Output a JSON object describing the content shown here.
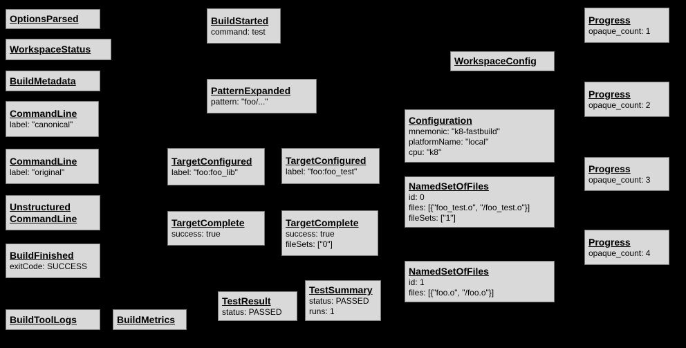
{
  "diagram": {
    "description": "Build event protocol graph",
    "background_color": "#000000",
    "node_fill_color": "#d9d9d9",
    "node_border_color": "#787878",
    "node_text_color": "#000000"
  },
  "nodes": [
    {
      "title": "OptionsParsed",
      "lines": []
    },
    {
      "title": "WorkspaceStatus",
      "lines": []
    },
    {
      "title": "BuildMetadata",
      "lines": []
    },
    {
      "title": "CommandLine",
      "lines": [
        "label: \"canonical\""
      ]
    },
    {
      "title": "CommandLine",
      "lines": [
        "label: \"original\""
      ]
    },
    {
      "title": "Unstructured",
      "title2": "CommandLine",
      "lines": []
    },
    {
      "title": "BuildFinished",
      "lines": [
        "exitCode: SUCCESS"
      ]
    },
    {
      "title": "BuildToolLogs",
      "lines": []
    },
    {
      "title": "BuildMetrics",
      "lines": []
    },
    {
      "title": "BuildStarted",
      "lines": [
        "command: test"
      ]
    },
    {
      "title": "PatternExpanded",
      "lines": [
        "pattern: \"foo/...\""
      ]
    },
    {
      "title": "TargetConfigured",
      "lines": [
        "label: \"foo:foo_lib\""
      ]
    },
    {
      "title": "TargetConfigured",
      "lines": [
        "label: \"foo:foo_test\""
      ]
    },
    {
      "title": "TargetComplete",
      "lines": [
        "success: true"
      ]
    },
    {
      "title": "TargetComplete",
      "lines": [
        "success: true",
        "fileSets: [\"0\"]"
      ]
    },
    {
      "title": "TestResult",
      "lines": [
        "status: PASSED"
      ]
    },
    {
      "title": "TestSummary",
      "lines": [
        "status: PASSED",
        "runs: 1"
      ]
    },
    {
      "title": "WorkspaceConfig",
      "lines": []
    },
    {
      "title": "Configuration",
      "lines": [
        "mnemonic: \"k8-fastbuild\"",
        "platformName: \"local\"",
        "cpu: \"k8\""
      ]
    },
    {
      "title": "NamedSetOfFiles",
      "lines": [
        "id: 0",
        "files: [{\"foo_test.o\", \"/foo_test.o\"}]",
        "fileSets: [\"1\"]"
      ]
    },
    {
      "title": "NamedSetOfFiles",
      "lines": [
        "id: 1",
        "files: [{\"foo.o\", \"/foo.o\"}]"
      ]
    },
    {
      "title": "Progress",
      "lines": [
        "opaque_count: 1"
      ]
    },
    {
      "title": "Progress",
      "lines": [
        "opaque_count: 2"
      ]
    },
    {
      "title": "Progress",
      "lines": [
        "opaque_count: 3"
      ]
    },
    {
      "title": "Progress",
      "lines": [
        "opaque_count: 4"
      ]
    }
  ]
}
